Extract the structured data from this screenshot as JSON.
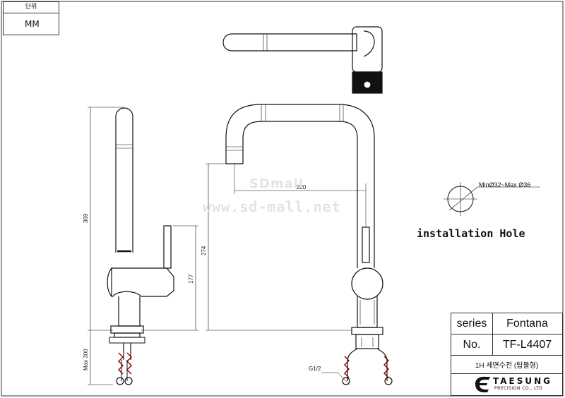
{
  "unit_box": {
    "label": "단위",
    "value": "MM"
  },
  "dimensions": {
    "total_height": "369",
    "body_height": "177",
    "under_counter": "Max 300",
    "spout_height": "274",
    "spout_reach": "220",
    "thread": "G1/2"
  },
  "hole": {
    "label": "MinØ32~Max Ø36",
    "caption": "installation Hole"
  },
  "title_block": {
    "series_key": "series",
    "series_value": "Fontana",
    "no_key": "No.",
    "no_value": "TF-L4407",
    "description": "1H 세면수전 (탑볼형)"
  },
  "logo": {
    "name": "TAESUNG",
    "subtitle": "PRECISION CO., LTD"
  },
  "watermark": {
    "line1": "SDmall",
    "line2": "www.sd-mall.net"
  }
}
